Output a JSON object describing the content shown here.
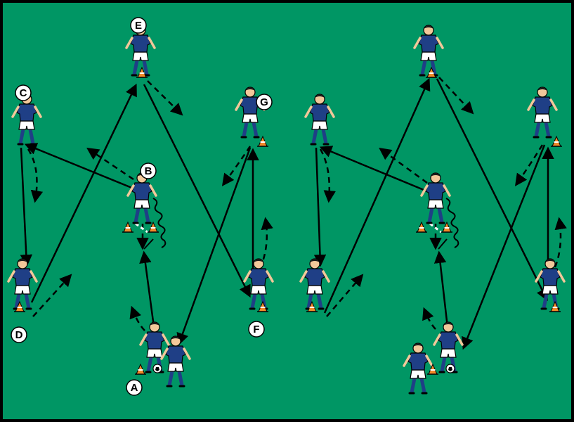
{
  "colors": {
    "pitch": "#009664",
    "border": "#000000",
    "shirt": "#1f3f86",
    "shorts": "#ffffff",
    "skin": "#f2c89a",
    "cone": "#f28a2a",
    "arrow": "#000000",
    "label_fill": "#ffffff"
  },
  "labels": [
    "A",
    "B",
    "C",
    "D",
    "E",
    "F",
    "G"
  ]
}
